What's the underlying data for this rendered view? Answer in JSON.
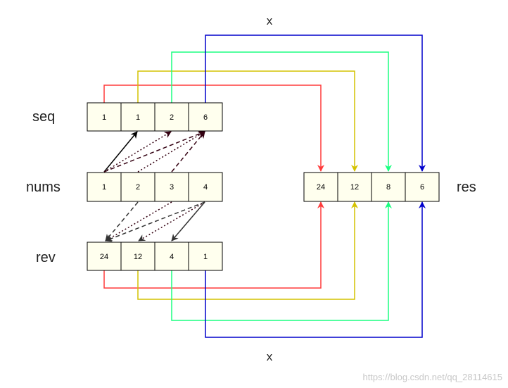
{
  "labels": {
    "seq": "seq",
    "nums": "nums",
    "rev": "rev",
    "res": "res",
    "op_top": "x",
    "op_bottom": "x"
  },
  "arrays": {
    "seq": [
      "1",
      "1",
      "2",
      "6"
    ],
    "nums": [
      "1",
      "2",
      "3",
      "4"
    ],
    "rev": [
      "24",
      "12",
      "4",
      "1"
    ],
    "res": [
      "24",
      "12",
      "8",
      "6"
    ]
  },
  "colors": {
    "red": "#ff3b3b",
    "yellow": "#d4c200",
    "green": "#1aff80",
    "blue": "#0000cc",
    "solid_arrow": "#000000",
    "dark_dashed": "#330011",
    "gray_dashed": "#333333",
    "cell_fill": "#ffffee"
  },
  "watermark": "https://blog.csdn.net/qq_28114615"
}
